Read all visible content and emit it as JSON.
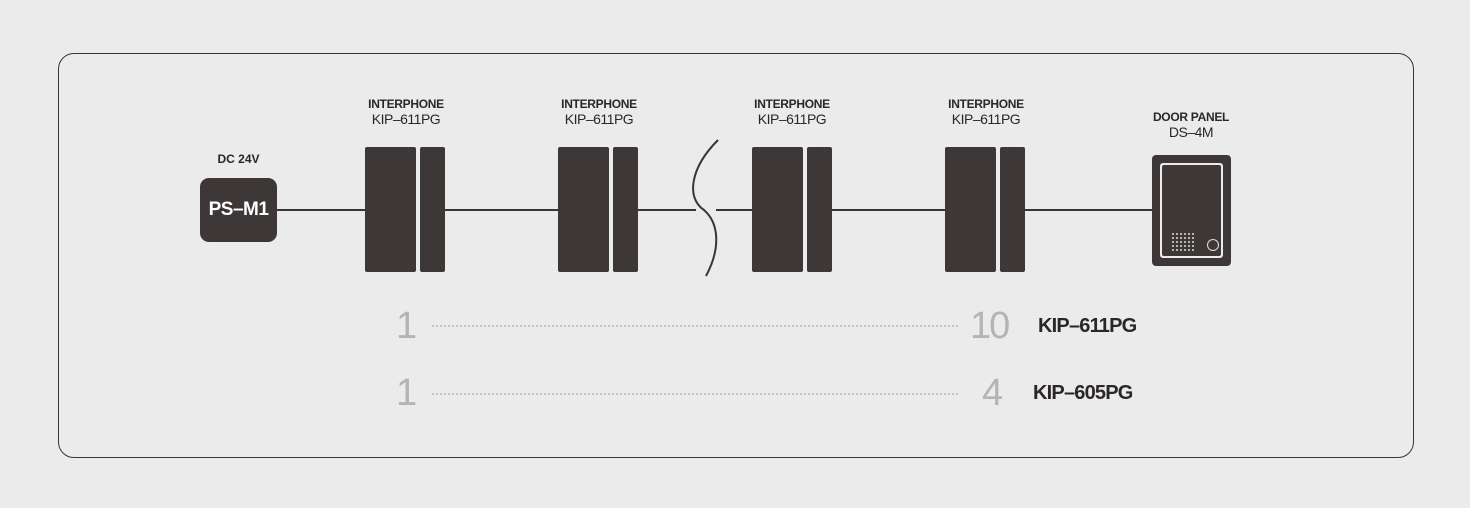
{
  "power_supply": {
    "voltage_label": "DC 24V",
    "model": "PS–M1"
  },
  "devices": [
    {
      "type": "INTERPHONE",
      "model": "KIP–611PG"
    },
    {
      "type": "INTERPHONE",
      "model": "KIP–611PG"
    },
    {
      "type": "INTERPHONE",
      "model": "KIP–611PG"
    },
    {
      "type": "INTERPHONE",
      "model": "KIP–611PG"
    }
  ],
  "door_panel": {
    "type": "DOOR PANEL",
    "model": "DS–4M"
  },
  "capacity": [
    {
      "from": "1",
      "to": "10",
      "model": "KIP–611PG"
    },
    {
      "from": "1",
      "to": "4",
      "model": "KIP–605PG"
    }
  ],
  "colors": {
    "device": "#3d3837",
    "background": "#ebebeb",
    "range_numbers": "#b5b3b3"
  }
}
